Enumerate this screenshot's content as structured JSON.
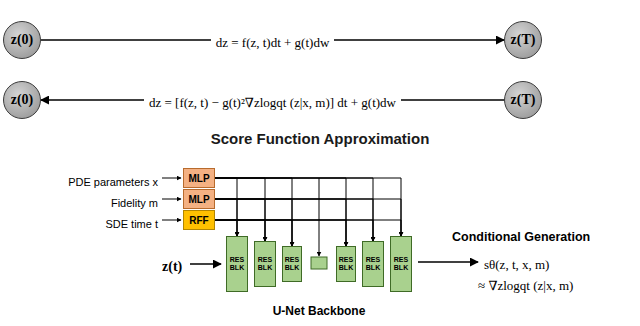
{
  "diagram": {
    "nodes": [
      {
        "text": [
          "z(0)"
        ]
      },
      {
        "text": [
          "z(T)"
        ]
      },
      {
        "text": [
          "z(0)"
        ]
      },
      {
        "text": [
          "z(T)"
        ]
      },
      {
        "text": [
          "Score Function Approximation"
        ]
      },
      {
        "text": [
          "MLP"
        ],
        "in": 4
      },
      {
        "text": [
          "MLP"
        ],
        "in": 4
      },
      {
        "text": [
          "RFF"
        ],
        "in": 4
      },
      {
        "text": [
          "U-Net Backbone"
        ],
        "in": 4
      },
      {
        "text": [
          "RES BLK"
        ],
        "in": 8
      },
      {
        "text": [
          "RES BLK"
        ],
        "in": 8
      },
      {
        "text": [
          "RES BLK"
        ],
        "in": 8
      },
      {
        "text": [
          "RES BLK"
        ],
        "in": 8
      },
      {
        "text": [
          "RES BLK"
        ],
        "in": 8
      },
      {
        "text": [
          "RES BLK"
        ],
        "in": 8
      }
    ],
    "edges": [
      {
        "from": 0,
        "to": 1,
        "label": "dz = f(z, t)dt + g(t)dw",
        "arrow": "to"
      },
      {
        "from": 3,
        "to": 2,
        "label": "dz = [f(z, t) − g(t)²∇zlogqt (z|x, m)] dt + g(t)dw",
        "arrow": "to"
      },
      {
        "from": 5,
        "to": 9,
        "arrow": "to"
      },
      {
        "from": 5,
        "to": 10,
        "arrow": "to"
      },
      {
        "from": 5,
        "to": 11,
        "arrow": "to"
      },
      {
        "from": 5,
        "to": 12,
        "arrow": "to"
      },
      {
        "from": 5,
        "to": 13,
        "arrow": "to"
      },
      {
        "from": 5,
        "to": 14,
        "arrow": "to"
      },
      {
        "from": 6,
        "to": 9,
        "arrow": "to"
      },
      {
        "from": 6,
        "to": 10,
        "arrow": "to"
      },
      {
        "from": 6,
        "to": 11,
        "arrow": "to"
      },
      {
        "from": 6,
        "to": 12,
        "arrow": "to"
      },
      {
        "from": 6,
        "to": 13,
        "arrow": "to"
      },
      {
        "from": 6,
        "to": 14,
        "arrow": "to"
      },
      {
        "from": 7,
        "to": 9,
        "arrow": "to"
      },
      {
        "from": 7,
        "to": 10,
        "arrow": "to"
      },
      {
        "from": 7,
        "to": 11,
        "arrow": "to"
      },
      {
        "from": 7,
        "to": 12,
        "arrow": "to"
      },
      {
        "from": 7,
        "to": 13,
        "arrow": "to"
      },
      {
        "from": 7,
        "to": 14,
        "arrow": "to"
      }
    ],
    "labels": [
      "PDE parameters x",
      "Fidelity m",
      "SDE time t",
      "z(t)",
      "Conditional Generation",
      "sθ(z, t, x, m)",
      "≈ ∇zlogqt (z|x, m)"
    ]
  }
}
